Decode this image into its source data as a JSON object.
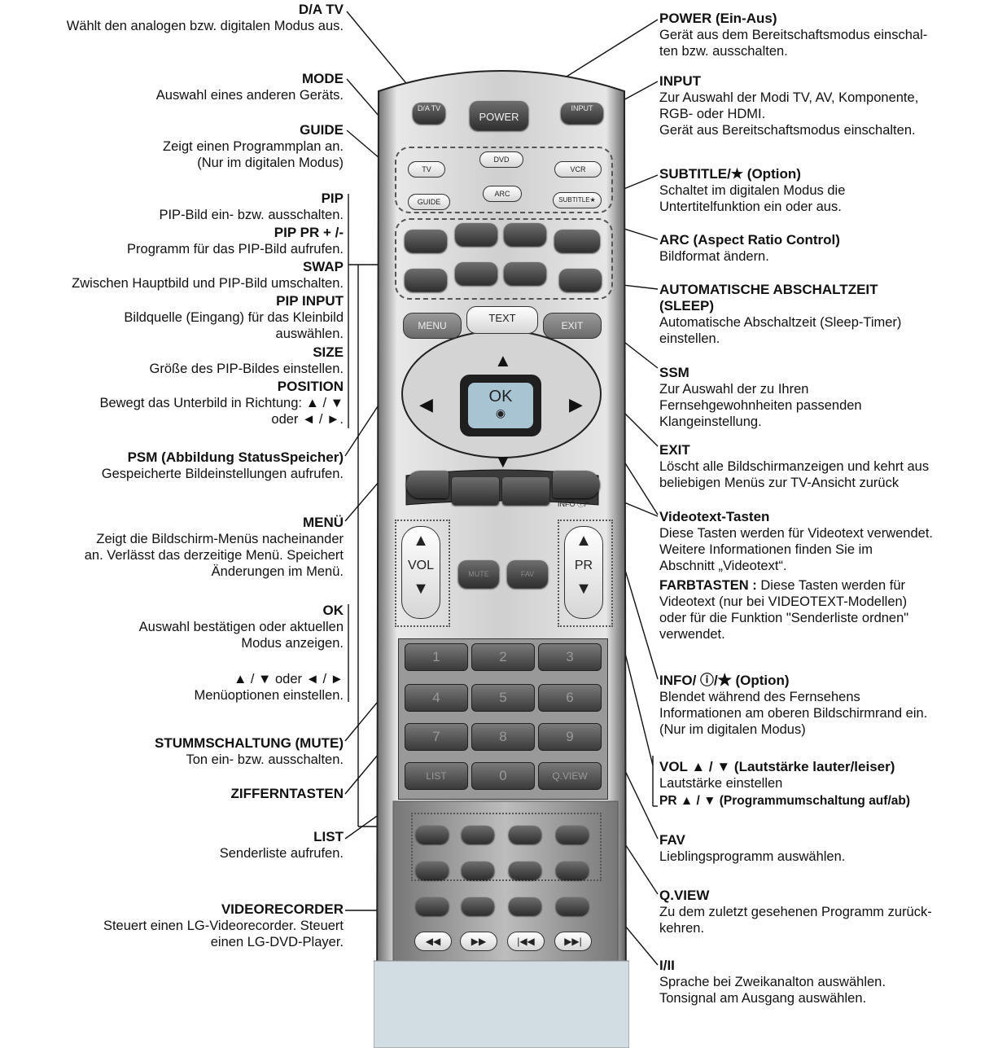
{
  "left_labels": [
    {
      "id": "da-tv",
      "title": "D/A TV",
      "text": "Wählt den analogen bzw. digitalen Modus aus."
    },
    {
      "id": "mode",
      "title": "MODE",
      "text": "Auswahl eines anderen Geräts."
    },
    {
      "id": "guide",
      "title": "GUIDE",
      "text": "Zeigt einen Programmplan an.\n(Nur im digitalen Modus)"
    },
    {
      "id": "pip",
      "title": "PIP",
      "text": "PIP-Bild ein- bzw. ausschalten."
    },
    {
      "id": "pip-pr",
      "title": "PIP PR + /-",
      "text": "Programm für das PIP-Bild aufrufen."
    },
    {
      "id": "swap",
      "title": "SWAP",
      "text": "Zwischen Hauptbild und PIP-Bild umschalten."
    },
    {
      "id": "pip-input",
      "title": "PIP INPUT",
      "text": "Bildquelle (Eingang) für das Kleinbild\nauswählen."
    },
    {
      "id": "size",
      "title": "SIZE",
      "text": "Größe des PIP-Bildes einstellen."
    },
    {
      "id": "position",
      "title": "POSITION",
      "text": "Bewegt das Unterbild in Richtung: ▲ / ▼\noder ◄ / ►."
    },
    {
      "id": "psm",
      "title": "PSM (Abbildung StatusSpeicher)",
      "text": "Gespeicherte Bildeinstellungen aufrufen."
    },
    {
      "id": "menu",
      "title": "MENÜ",
      "text": "Zeigt die Bildschirm-Menüs nacheinander\nan. Verlässt das derzeitige Menü. Speichert\nÄnderungen im Menü."
    },
    {
      "id": "ok",
      "title": "OK",
      "text": "Auswahl bestätigen oder aktuellen\nModus anzeigen."
    },
    {
      "id": "arrows",
      "title": "",
      "text": "▲ / ▼ oder ◄ / ►\nMenüoptionen einstellen."
    },
    {
      "id": "mute",
      "title": "STUMMSCHALTUNG (MUTE)",
      "text": "Ton ein- bzw. ausschalten."
    },
    {
      "id": "ziffern",
      "title": "ZIFFERNTASTEN",
      "text": ""
    },
    {
      "id": "list",
      "title": "LIST",
      "text": "Senderliste aufrufen."
    },
    {
      "id": "videorecorder",
      "title": "VIDEORECORDER",
      "text": "Steuert einen LG-Videorecorder. Steuert\neinen LG-DVD-Player."
    }
  ],
  "right_labels": [
    {
      "id": "power",
      "title": "POWER (Ein-Aus)",
      "text": "Gerät aus dem Bereitschaftsmodus einschal-\nten bzw. ausschalten."
    },
    {
      "id": "input",
      "title": "INPUT",
      "text": "Zur Auswahl der Modi TV, AV, Komponente,\nRGB- oder HDMI.\nGerät aus Bereitschaftsmodus einschalten."
    },
    {
      "id": "subtitle",
      "title": "SUBTITLE/★    (Option)",
      "text": "Schaltet im digitalen Modus die\nUntertitelfunktion ein oder aus."
    },
    {
      "id": "arc",
      "title": "ARC (Aspect Ratio Control)",
      "text": "Bildformat ändern."
    },
    {
      "id": "sleep",
      "title": "AUTOMATISCHE ABSCHALTZEIT\n(SLEEP)",
      "text": "Automatische Abschaltzeit (Sleep-Timer)\neinstellen."
    },
    {
      "id": "ssm",
      "title": "SSM",
      "text": "Zur Auswahl der zu Ihren\nFernsehgewohnheiten passenden\nKlangeinstellung."
    },
    {
      "id": "exit",
      "title": "EXIT",
      "text": "Löscht alle Bildschirmanzeigen und kehrt aus\nbeliebigen Menüs zur TV-Ansicht zurück"
    },
    {
      "id": "videotext",
      "title": "Videotext-Tasten",
      "text": "Diese Tasten werden für Videotext verwendet.\nWeitere Informationen finden Sie im\nAbschnitt „Videotext“."
    },
    {
      "id": "farbtasten",
      "title": "FARBTASTEN :",
      "text": "Diese Tasten werden für\nVideotext (nur bei VIDEOTEXT-Modellen)\noder für die Funktion \"Senderliste ordnen\"\nverwendet."
    },
    {
      "id": "info",
      "title": "INFO/ ⓘ/★    (Option)",
      "text": "Blendet während des Fernsehens\nInformationen am oberen Bildschirmrand ein.\n(Nur im digitalen Modus)"
    },
    {
      "id": "vol",
      "title": "VOL ▲ / ▼ (Lautstärke lauter/leiser)",
      "text": "Lautstärke einstellen"
    },
    {
      "id": "pr",
      "title": "PR ▲ / ▼ (Programmumschaltung auf/ab)",
      "text": ""
    },
    {
      "id": "fav",
      "title": "FAV",
      "text": "Lieblingsprogramm auswählen."
    },
    {
      "id": "qview",
      "title": "Q.VIEW",
      "text": "Zu dem zuletzt gesehenen Programm zurück-\nkehren."
    },
    {
      "id": "i-ii",
      "title": "I/II",
      "text": "Sprache bei Zweikanalton auswählen.\nTonsignal am Ausgang auswählen."
    }
  ],
  "remote": {
    "da_tv": "D/A TV",
    "power": "POWER",
    "input": "INPUT",
    "tv": "TV",
    "dvd": "DVD",
    "vcr": "VCR",
    "guide": "GUIDE",
    "arc": "ARC",
    "subtitle": "SUBTITLE★",
    "menu": "MENU",
    "text": "TEXT",
    "exit": "EXIT",
    "ok": "OK",
    "info": "INFO ⓘ/*",
    "vol": "VOL",
    "pr": "PR",
    "mute": "MUTE",
    "fav": "FAV",
    "digits": [
      "1",
      "2",
      "3",
      "4",
      "5",
      "6",
      "7",
      "8",
      "9"
    ],
    "list": "LIST",
    "zero": "0",
    "qview": "Q.VIEW"
  }
}
